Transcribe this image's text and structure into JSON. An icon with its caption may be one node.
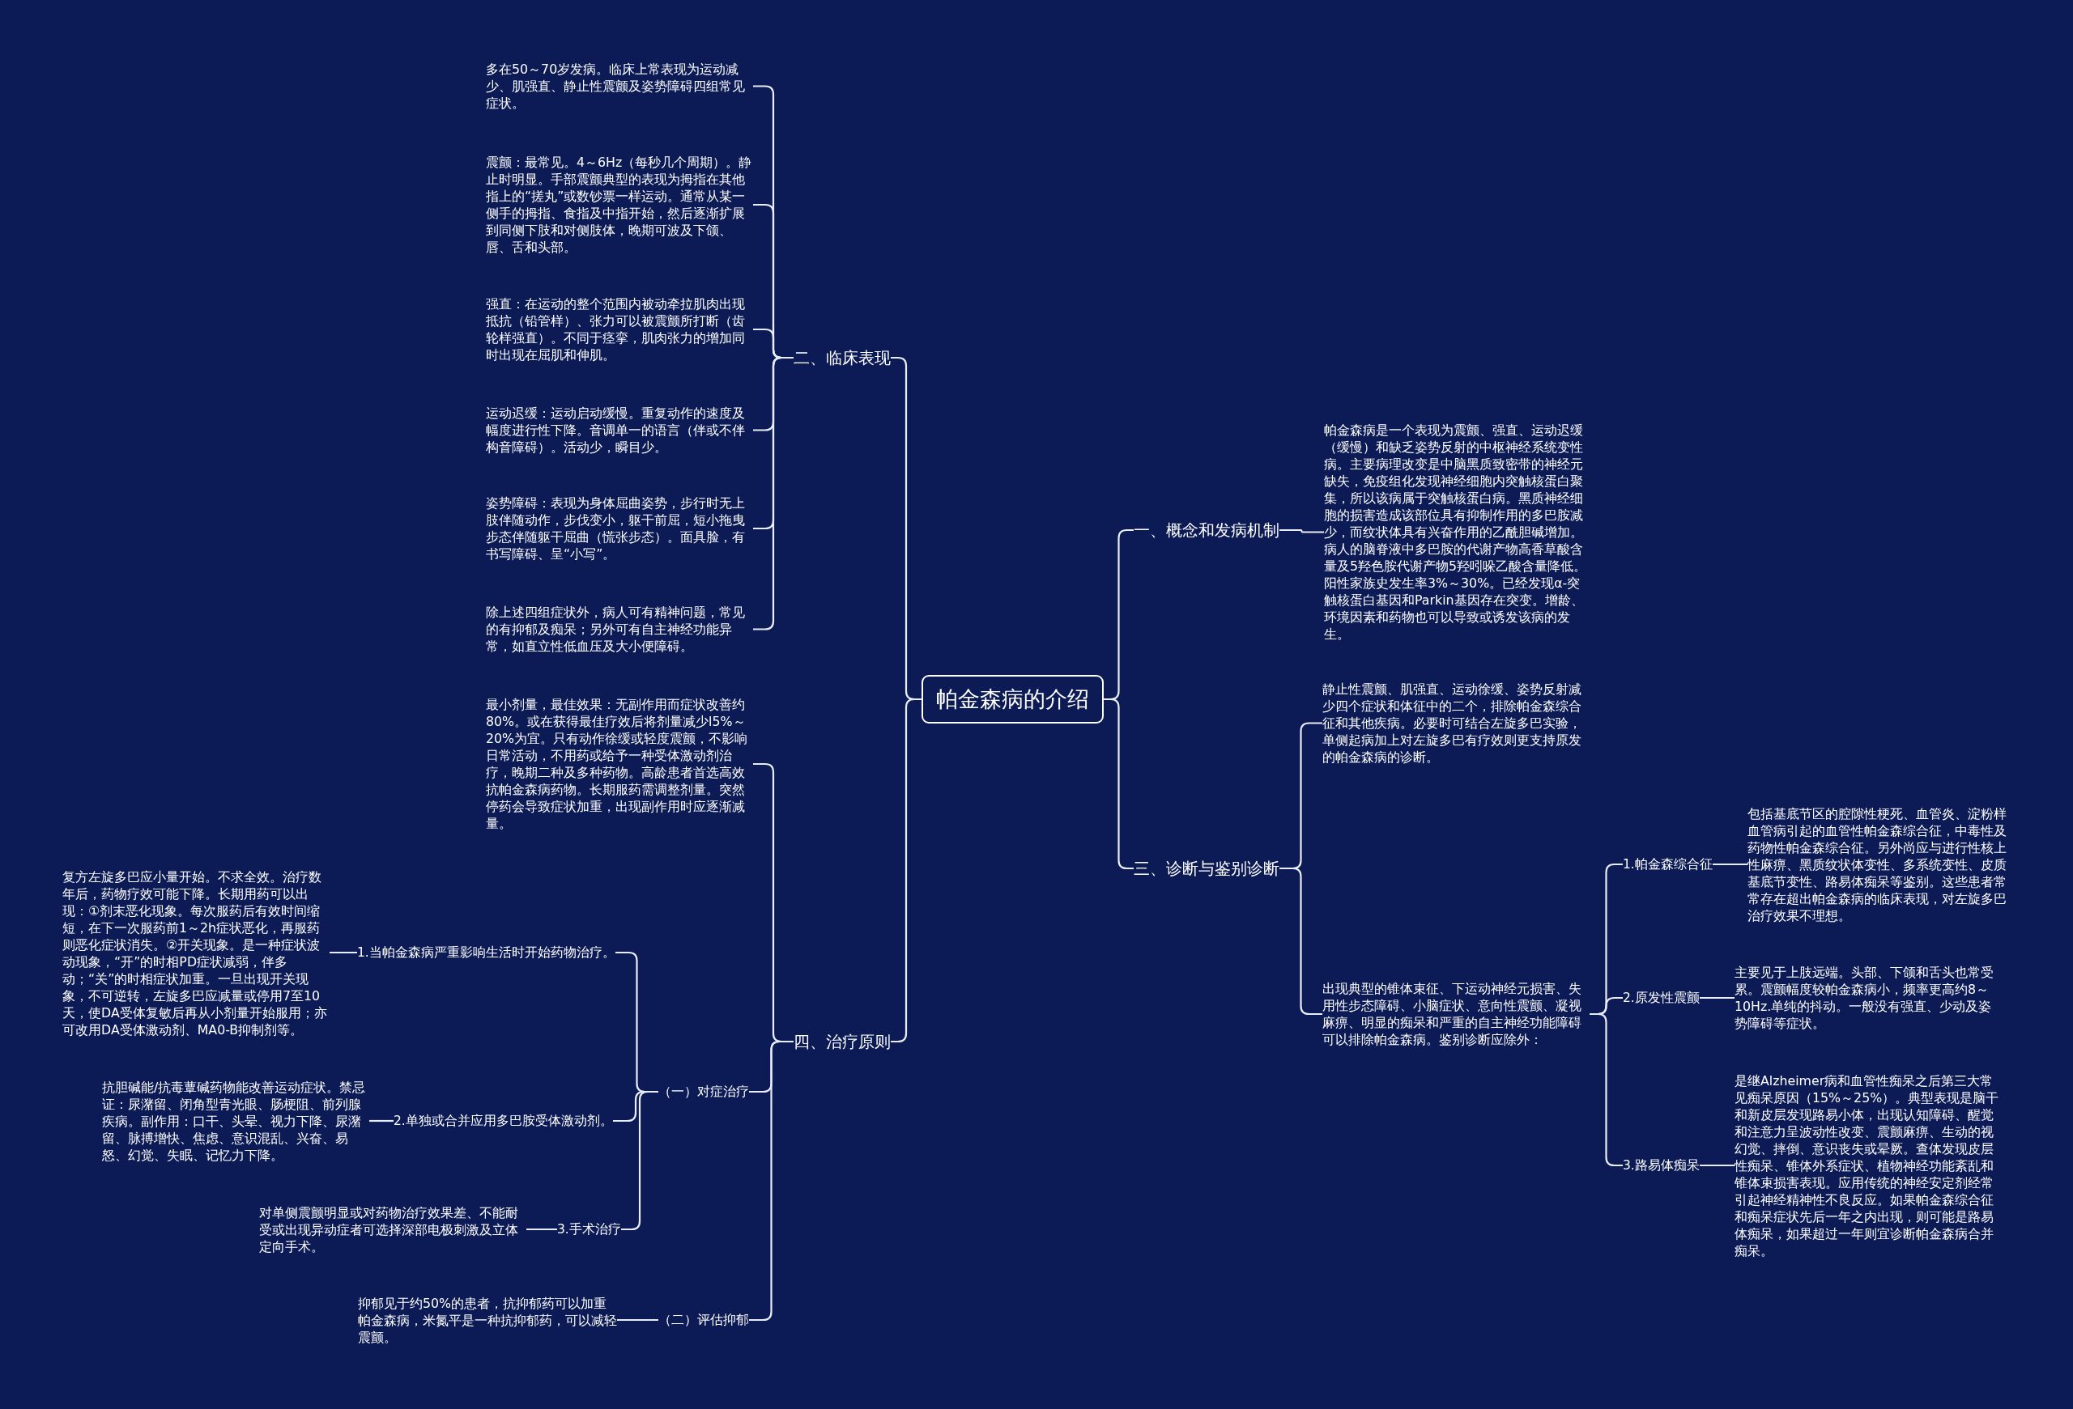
{
  "diagram": {
    "nodes": [
      {
        "text": [
          "帕金森病的介绍"
        ]
      },
      {
        "text": [
          "一、概念和发病机制"
        ]
      },
      {
        "text": [
          "帕金森病是一个表现为震颤、强直、运动迟缓（缓慢）和缺乏姿势反射的中枢神经系统变性病。主要病理改变是中脑黑质致密带的神经元缺失，免疫组化发现神经细胞内突触核蛋白聚集，所以该病属于突触核蛋白病。黑质神经细胞的损害造成该部位具有抑制作用的多巴胺减少，而纹状体具有兴奋作用的乙酰胆碱增加。病人的脑脊液中多巴胺的代谢产物高香草酸含量及5羟色胺代谢产物5羟吲哚乙酸含量降低。阳性家族史发生率3%～30%。已经发现α-突触核蛋白基因和Parkin基因存在突变。增龄、环境因素和药物也可以导致或诱发该病的发生。"
        ]
      },
      {
        "text": [
          "三、诊断与鉴别诊断"
        ]
      },
      {
        "text": [
          "静止性震颤、肌强直、运动徐缓、姿势反射减少四个症状和体征中的二个，排除帕金森综合征和其他疾病。必要时可结合左旋多巴实验，单侧起病加上对左旋多巴有疗效则更支持原发的帕金森病的诊断。"
        ]
      },
      {
        "text": [
          "出现典型的锥体束征、下运动神经元损害、失用性步态障碍、小脑症状、意向性震颤、凝视麻痹、明显的痴呆和严重的自主神经功能障碍可以排除帕金森病。鉴别诊断应除外："
        ]
      },
      {
        "text": [
          "1.帕金森综合征"
        ]
      },
      {
        "text": [
          "包括基底节区的腔隙性梗死、血管炎、淀粉样血管病引起的血管性帕金森综合征，中毒性及药物性帕金森综合征。另外尚应与进行性核上性麻痹、黑质纹状体变性、多系统变性、皮质基底节变性、路易体痴呆等鉴别。这些患者常常存在超出帕金森病的临床表现，对左旋多巴治疗效果不理想。"
        ]
      },
      {
        "text": [
          "2.原发性震颤"
        ]
      },
      {
        "text": [
          "主要见于上肢远端。头部、下颌和舌头也常受累。震颤幅度较帕金森病小，频率更高约8～10Hz.单纯的抖动。一般没有强直、少动及姿势障碍等症状。"
        ]
      },
      {
        "text": [
          "3.路易体痴呆"
        ]
      },
      {
        "text": [
          "是继Alzheimer病和血管性痴呆之后第三大常见痴呆原因（15%～25%）。典型表现是脑干和新皮层发现路易小体，出现认知障碍、醒觉和注意力呈波动性改变、震颤麻痹、生动的视幻觉、摔倒、意识丧失或晕厥。查体发现皮层性痴呆、锥体外系症状、植物神经功能紊乱和锥体束损害表现。应用传统的神经安定剂经常引起神经精神性不良反应。如果帕金森综合征和痴呆症状先后一年之内出现，则可能是路易体痴呆，如果超过一年则宜诊断帕金森病合并痴呆。"
        ]
      },
      {
        "text": [
          "二、临床表现"
        ]
      },
      {
        "text": [
          "多在50～70岁发病。临床上常表现为运动减少、肌强直、静止性震颤及姿势障碍四组常见症状。"
        ]
      },
      {
        "text": [
          "震颤：最常见。4～6Hz（每秒几个周期）。静止时明显。手部震颤典型的表现为拇指在其他指上的“搓丸”或数钞票一样运动。通常从某一侧手的拇指、食指及中指开始，然后逐渐扩展到同侧下肢和对侧肢体，晚期可波及下颌、唇、舌和头部。"
        ]
      },
      {
        "text": [
          "强直：在运动的整个范围内被动牵拉肌肉出现抵抗（铅管样）、张力可以被震颤所打断（齿轮样强直）。不同于痉挛，肌肉张力的增加同时出现在屈肌和伸肌。"
        ]
      },
      {
        "text": [
          "运动迟缓：运动启动缓慢。重复动作的速度及幅度进行性下降。音调单一的语言（伴或不伴构音障碍）。活动少，瞬目少。"
        ]
      },
      {
        "text": [
          "姿势障碍：表现为身体屈曲姿势，步行时无上肢伴随动作，步伐变小，躯干前屈，短小拖曳步态伴随躯干屈曲（慌张步态）。面具脸，有书写障碍、呈“小写”。"
        ]
      },
      {
        "text": [
          "除上述四组症状外，病人可有精神问题，常见的有抑郁及痴呆；另外可有自主神经功能异常，如直立性低血压及大小便障碍。"
        ]
      },
      {
        "text": [
          "四、治疗原则"
        ]
      },
      {
        "text": [
          "最小剂量，最佳效果：无副作用而症状改善约80%。或在获得最佳疗效后将剂量减少l5%～20%为宜。只有动作徐缓或轻度震颤，不影响日常活动，不用药或给予一种受体激动剂治疗，晚期二种及多种药物。高龄患者首选高效抗帕金森病药物。长期服药需调整剂量。突然停药会导致症状加重，出现副作用时应逐渐减量。"
        ]
      },
      {
        "text": [
          "（一）对症治疗"
        ]
      },
      {
        "text": [
          "1.当帕金森病严重影响生活时开始药物治疗。"
        ]
      },
      {
        "text": [
          "复方左旋多巴应小量开始。不求全效。治疗数年后，药物疗效可能下降。长期用药可以出现：①剂末恶化现象。每次服药后有效时间缩短，在下一次服药前1～2h症状恶化，再服药则恶化症状消失。②开关现象。是一种症状波动现象，“开”的时相PD症状减弱，伴多动；“关”的时相症状加重。一旦出现开关现象，不可逆转，左旋多巴应减量或停用7至10天，使DA受体复敏后再从小剂量开始服用；亦可改用DA受体激动剂、MA0-B抑制剂等。"
        ]
      },
      {
        "text": [
          "2.单独或合并应用多巴胺受体激动剂。"
        ]
      },
      {
        "text": [
          "抗胆碱能/抗毒蕈碱药物能改善运动症状。禁忌证：尿潴留、闭角型青光眼、肠梗阻、前列腺疾病。副作用：口干、头晕、视力下降、尿潴留、脉搏增快、焦虑、意识混乱、兴奋、易怒、幻觉、失眠、记忆力下降。"
        ]
      },
      {
        "text": [
          "3.手术治疗"
        ]
      },
      {
        "text": [
          "对单侧震颤明显或对药物治疗效果差、不能耐受或出现异动症者可选择深部电极刺激及立体定向手术。"
        ]
      },
      {
        "text": [
          "（二）评估抑郁"
        ]
      },
      {
        "text": [
          "抑郁见于约50%的患者，抗抑郁药可以加重帕金森病，米氮平是一种抗抑郁药，可以减轻震颤。"
        ]
      }
    ],
    "edges": [
      {
        "from": 0,
        "to": 1,
        "arrow": "none"
      },
      {
        "from": 1,
        "to": 2,
        "arrow": "none"
      },
      {
        "from": 0,
        "to": 3,
        "arrow": "none"
      },
      {
        "from": 3,
        "to": 4,
        "arrow": "none"
      },
      {
        "from": 3,
        "to": 5,
        "arrow": "none"
      },
      {
        "from": 5,
        "to": 6,
        "arrow": "none"
      },
      {
        "from": 6,
        "to": 7,
        "arrow": "none"
      },
      {
        "from": 5,
        "to": 8,
        "arrow": "none"
      },
      {
        "from": 8,
        "to": 9,
        "arrow": "none"
      },
      {
        "from": 5,
        "to": 10,
        "arrow": "none"
      },
      {
        "from": 10,
        "to": 11,
        "arrow": "none"
      },
      {
        "from": 0,
        "to": 12,
        "arrow": "none"
      },
      {
        "from": 12,
        "to": 13,
        "arrow": "none"
      },
      {
        "from": 12,
        "to": 14,
        "arrow": "none"
      },
      {
        "from": 12,
        "to": 15,
        "arrow": "none"
      },
      {
        "from": 12,
        "to": 16,
        "arrow": "none"
      },
      {
        "from": 12,
        "to": 17,
        "arrow": "none"
      },
      {
        "from": 12,
        "to": 18,
        "arrow": "none"
      },
      {
        "from": 0,
        "to": 19,
        "arrow": "none"
      },
      {
        "from": 19,
        "to": 20,
        "arrow": "none"
      },
      {
        "from": 19,
        "to": 21,
        "arrow": "none"
      },
      {
        "from": 21,
        "to": 22,
        "arrow": "none"
      },
      {
        "from": 22,
        "to": 23,
        "arrow": "none"
      },
      {
        "from": 21,
        "to": 24,
        "arrow": "none"
      },
      {
        "from": 24,
        "to": 25,
        "arrow": "none"
      },
      {
        "from": 21,
        "to": 26,
        "arrow": "none"
      },
      {
        "from": 26,
        "to": 27,
        "arrow": "none"
      },
      {
        "from": 19,
        "to": 28,
        "arrow": "none"
      },
      {
        "from": 28,
        "to": 29,
        "arrow": "none"
      }
    ]
  }
}
